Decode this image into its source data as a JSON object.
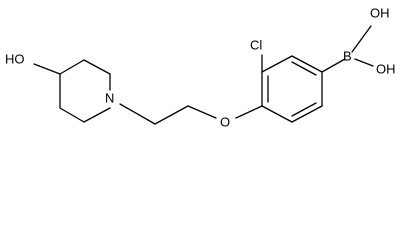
{
  "atom_labels": {
    "hydroxyl_piperidine": "HO",
    "nitrogen": "N",
    "ether_oxygen": "O",
    "chlorine": "Cl",
    "boron": "B",
    "boron_hydroxyl_top": "OH",
    "boron_hydroxyl_bottom": "OH"
  }
}
